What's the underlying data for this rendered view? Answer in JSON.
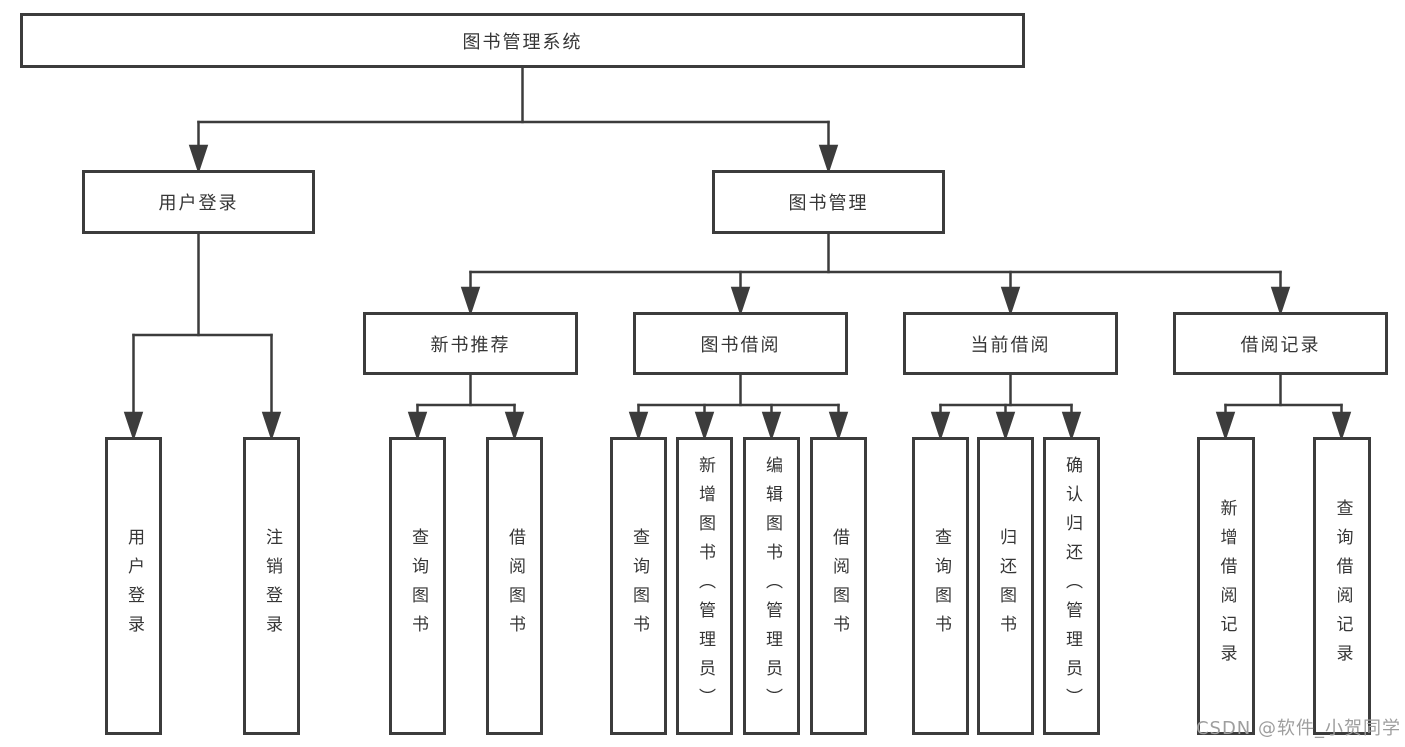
{
  "hierarchy": {
    "root": {
      "label": "图书管理系统"
    },
    "branches": [
      {
        "label": "用户登录",
        "children": [
          {
            "label": "用户登录"
          },
          {
            "label": "注销登录"
          }
        ]
      },
      {
        "label": "图书管理",
        "groups": [
          {
            "label": "新书推荐",
            "children": [
              {
                "label": "查询图书"
              },
              {
                "label": "借阅图书"
              }
            ]
          },
          {
            "label": "图书借阅",
            "children": [
              {
                "label": "查询图书"
              },
              {
                "label": "新增图书（管理员）"
              },
              {
                "label": "编辑图书（管理员）"
              },
              {
                "label": "借阅图书"
              }
            ]
          },
          {
            "label": "当前借阅",
            "children": [
              {
                "label": "查询图书"
              },
              {
                "label": "归还图书"
              },
              {
                "label": "确认归还（管理员）"
              }
            ]
          },
          {
            "label": "借阅记录",
            "children": [
              {
                "label": "新增借阅记录"
              },
              {
                "label": "查询借阅记录"
              }
            ]
          }
        ]
      }
    ]
  },
  "watermark": {
    "text": "CSDN @软件_小贺同学"
  },
  "colors": {
    "line": "#3c3c3c",
    "box_border": "#3c3c3c",
    "box_fill": "#ffffff",
    "text": "#363636",
    "watermark": "#9e9e9e",
    "background": "#ffffff"
  }
}
